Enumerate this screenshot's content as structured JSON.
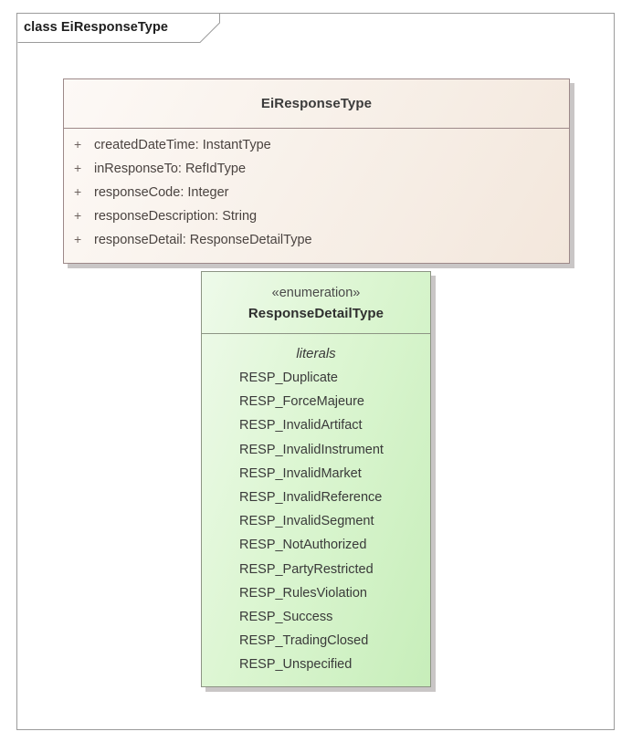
{
  "frame": {
    "label": "class EiResponseType",
    "border_color": "#9b9b9b"
  },
  "class_box": {
    "name": "EiResponseType",
    "fill_color": "#f5ece4",
    "border_color": "#9d8989",
    "attributes": [
      {
        "visibility": "+",
        "text": "createdDateTime: InstantType"
      },
      {
        "visibility": "+",
        "text": "inResponseTo: RefIdType"
      },
      {
        "visibility": "+",
        "text": "responseCode: Integer"
      },
      {
        "visibility": "+",
        "text": "responseDescription: String"
      },
      {
        "visibility": "+",
        "text": "responseDetail: ResponseDetailType"
      }
    ]
  },
  "enum_box": {
    "stereotype": "«enumeration»",
    "name": "ResponseDetailType",
    "section_title": "literals",
    "fill_color": "#cdf1c1",
    "border_color": "#8d9484",
    "literals": [
      {
        "name": "RESP_Duplicate"
      },
      {
        "name": "RESP_ForceMajeure"
      },
      {
        "name": "RESP_InvalidArtifact"
      },
      {
        "name": "RESP_InvalidInstrument"
      },
      {
        "name": "RESP_InvalidMarket"
      },
      {
        "name": "RESP_InvalidReference"
      },
      {
        "name": "RESP_InvalidSegment"
      },
      {
        "name": "RESP_NotAuthorized"
      },
      {
        "name": "RESP_PartyRestricted"
      },
      {
        "name": "RESP_RulesViolation"
      },
      {
        "name": "RESP_Success"
      },
      {
        "name": "RESP_TradingClosed"
      },
      {
        "name": "RESP_Unspecified"
      }
    ]
  }
}
